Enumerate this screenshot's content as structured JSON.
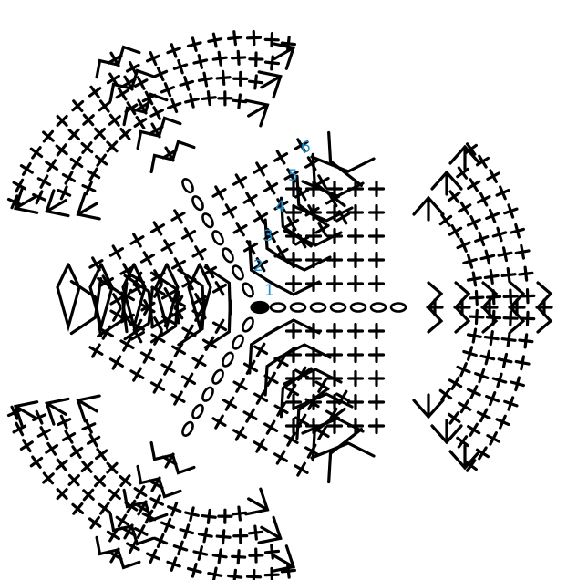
{
  "diagram": {
    "symbols": {
      "single_crochet": "plus-cross-icon",
      "chain": "oval-chain-icon",
      "starting_loop": "filled-dot-icon",
      "fan_group": "v-fan-icon",
      "diamond_group": "diamond-mesh-icon"
    },
    "colors": {
      "ink": "#000000",
      "row_label": "#1c8fd0",
      "background": "#ffffff"
    },
    "row_labels": [
      "1",
      "2",
      "3",
      "4",
      "5",
      "6"
    ]
  }
}
